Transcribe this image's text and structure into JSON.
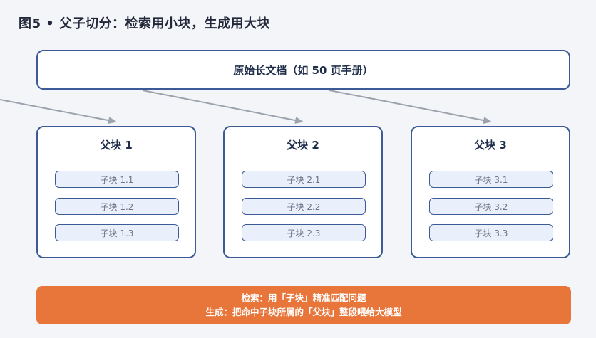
{
  "title": "图5 • 父子切分：检索用小块，生成用大块",
  "source_doc": "原始长文档（如 50 页手册）",
  "parents": [
    {
      "label": "父块 1",
      "children": [
        "子块 1.1",
        "子块 1.2",
        "子块 1.3"
      ]
    },
    {
      "label": "父块 2",
      "children": [
        "子块 2.1",
        "子块 2.2",
        "子块 2.3"
      ]
    },
    {
      "label": "父块 3",
      "children": [
        "子块 3.1",
        "子块 3.2",
        "子块 3.3"
      ]
    }
  ],
  "footer": {
    "line1": "检索：用「子块」精准匹配问题",
    "line2": "生成：把命中子块所属的「父块」整段喂给大模型"
  },
  "colors": {
    "border": "#3b5a96",
    "child_fill": "#eaf0fb",
    "arrow": "#9ba3ae",
    "footer_bg": "#e8763a"
  }
}
